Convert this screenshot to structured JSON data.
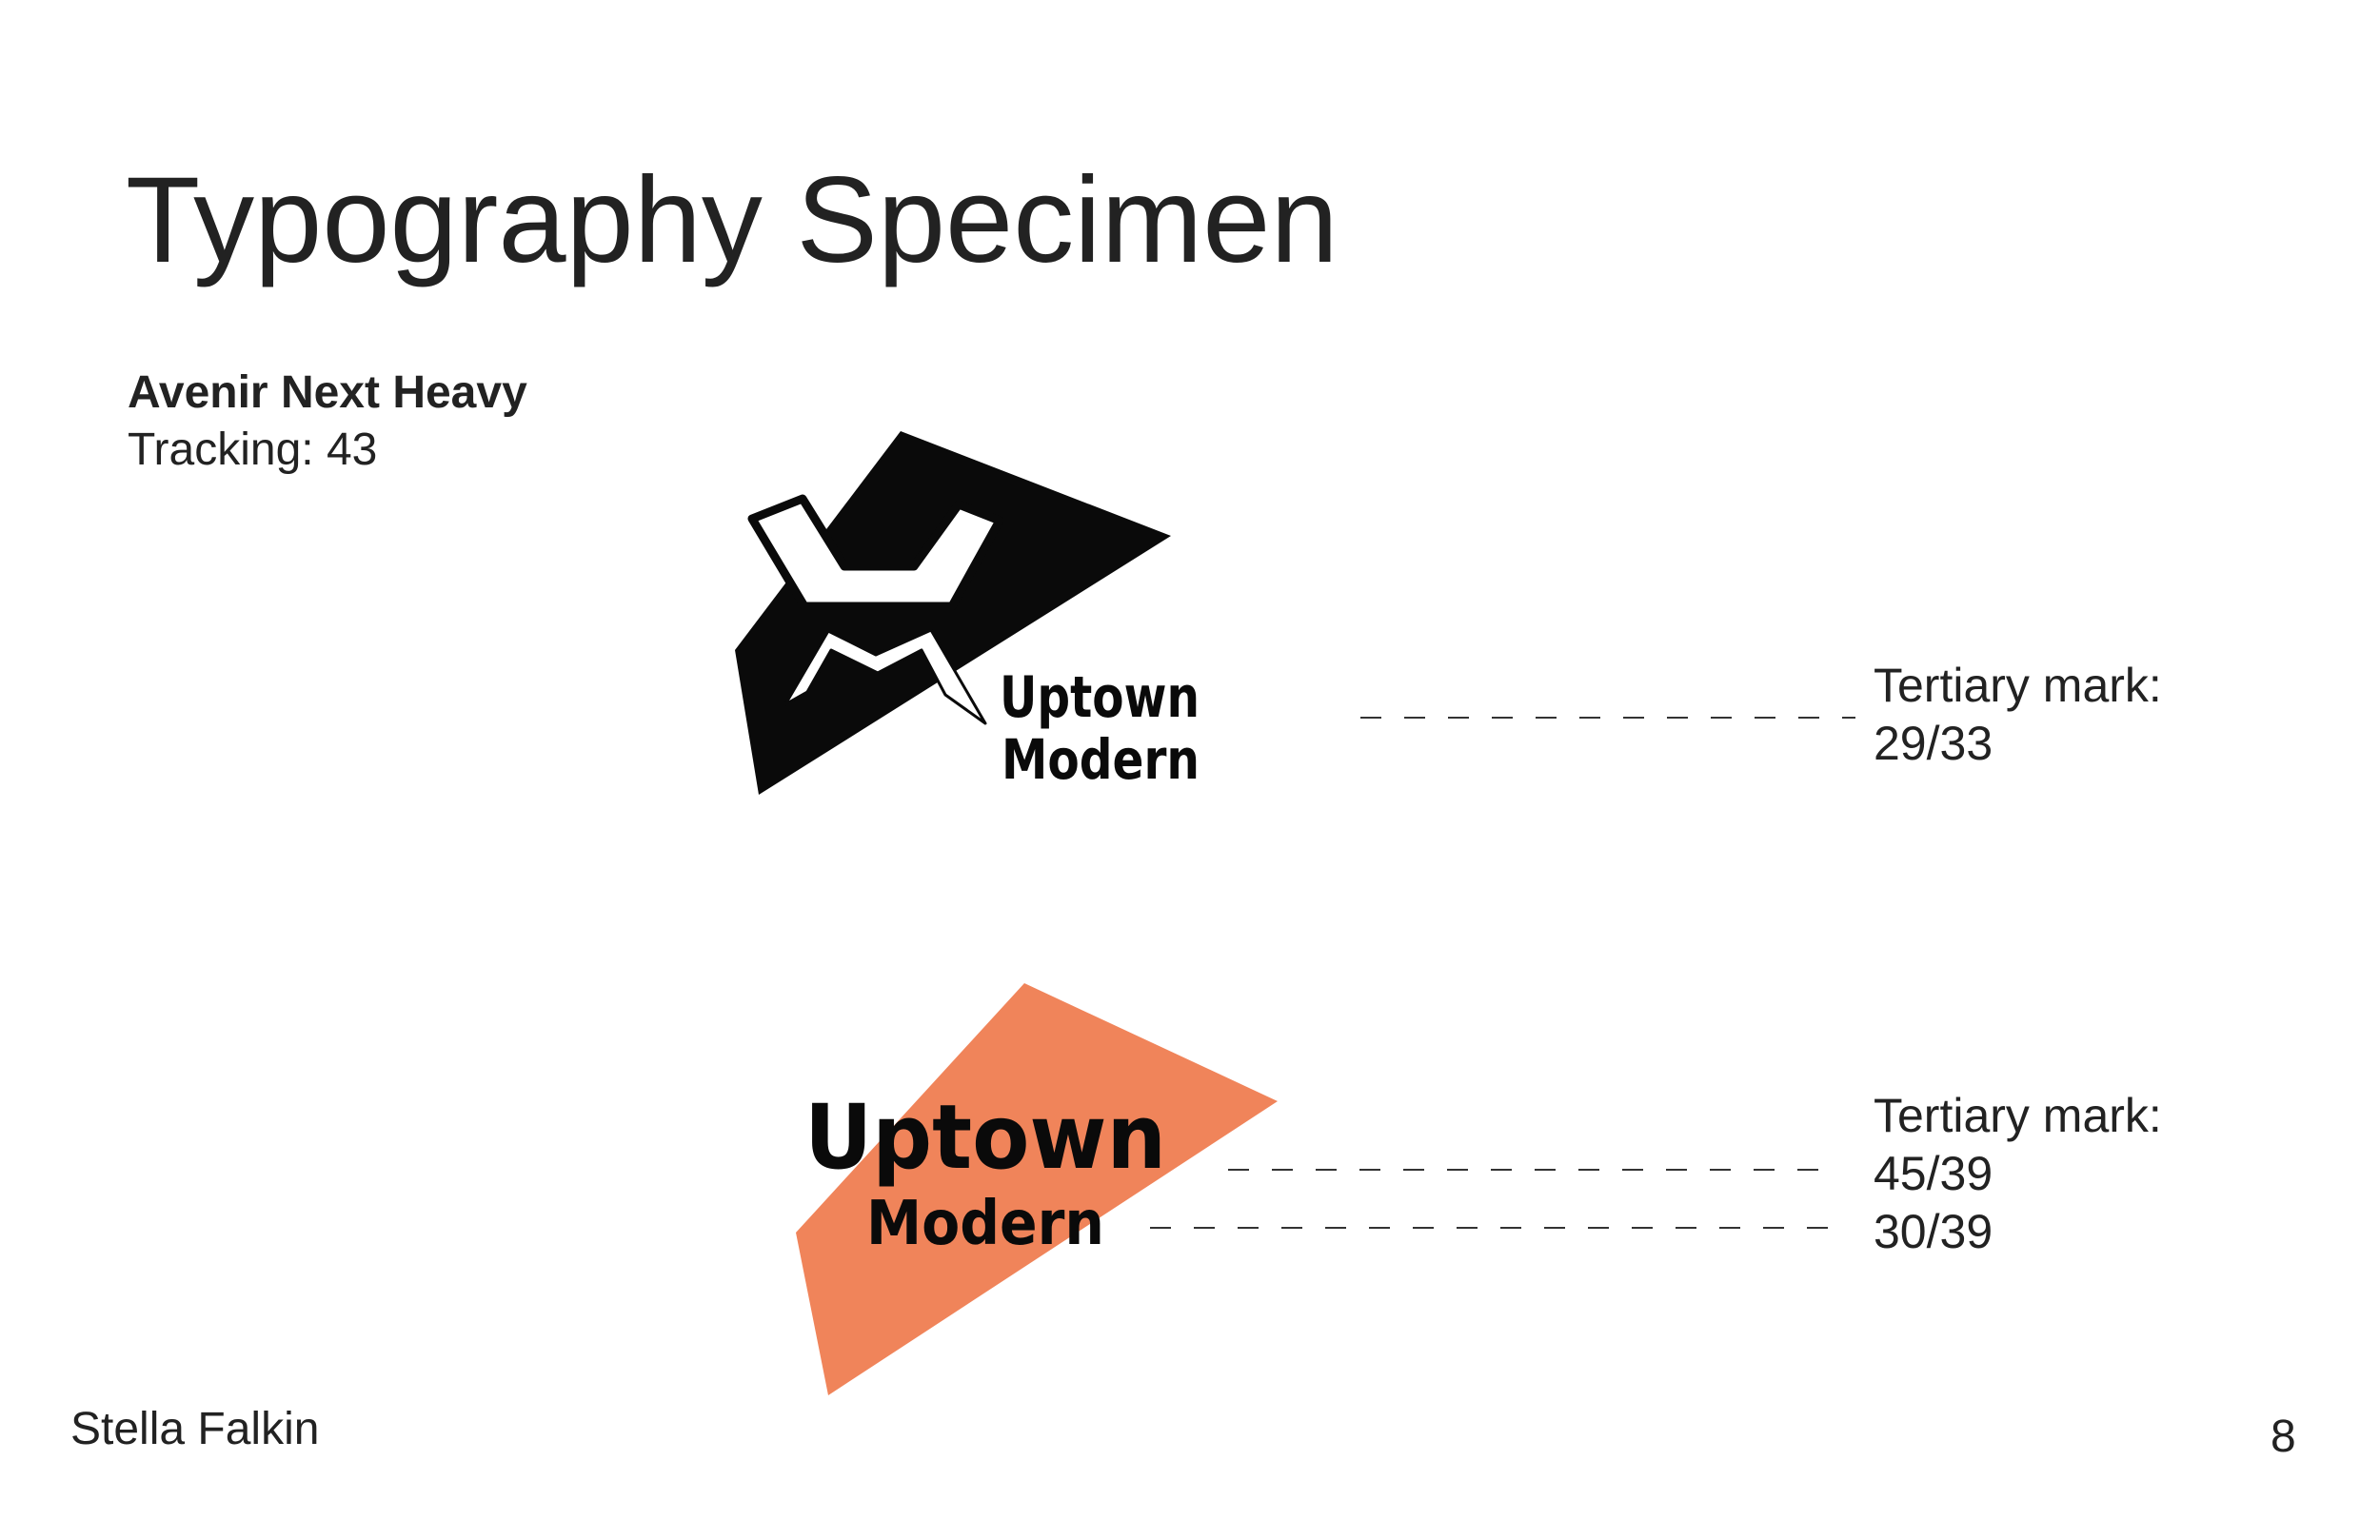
{
  "title": "Typography Specimen",
  "font": {
    "name": "Avenir Next Heavy",
    "tracking": "Tracking: 43"
  },
  "marks": [
    {
      "wordmark_line1": "Uptown",
      "wordmark_line2": "Modern",
      "shape_color": "#0a0a0a",
      "label": {
        "heading": "Tertiary mark:",
        "sizes": [
          "29/33"
        ]
      }
    },
    {
      "wordmark_line1": "Uptown",
      "wordmark_line2": "Modern",
      "shape_color": "#f0845a",
      "label": {
        "heading": "Tertiary mark:",
        "sizes": [
          "45/39",
          "30/39"
        ]
      }
    }
  ],
  "footer": {
    "author": "Stella Falkin",
    "page_number": "8"
  }
}
